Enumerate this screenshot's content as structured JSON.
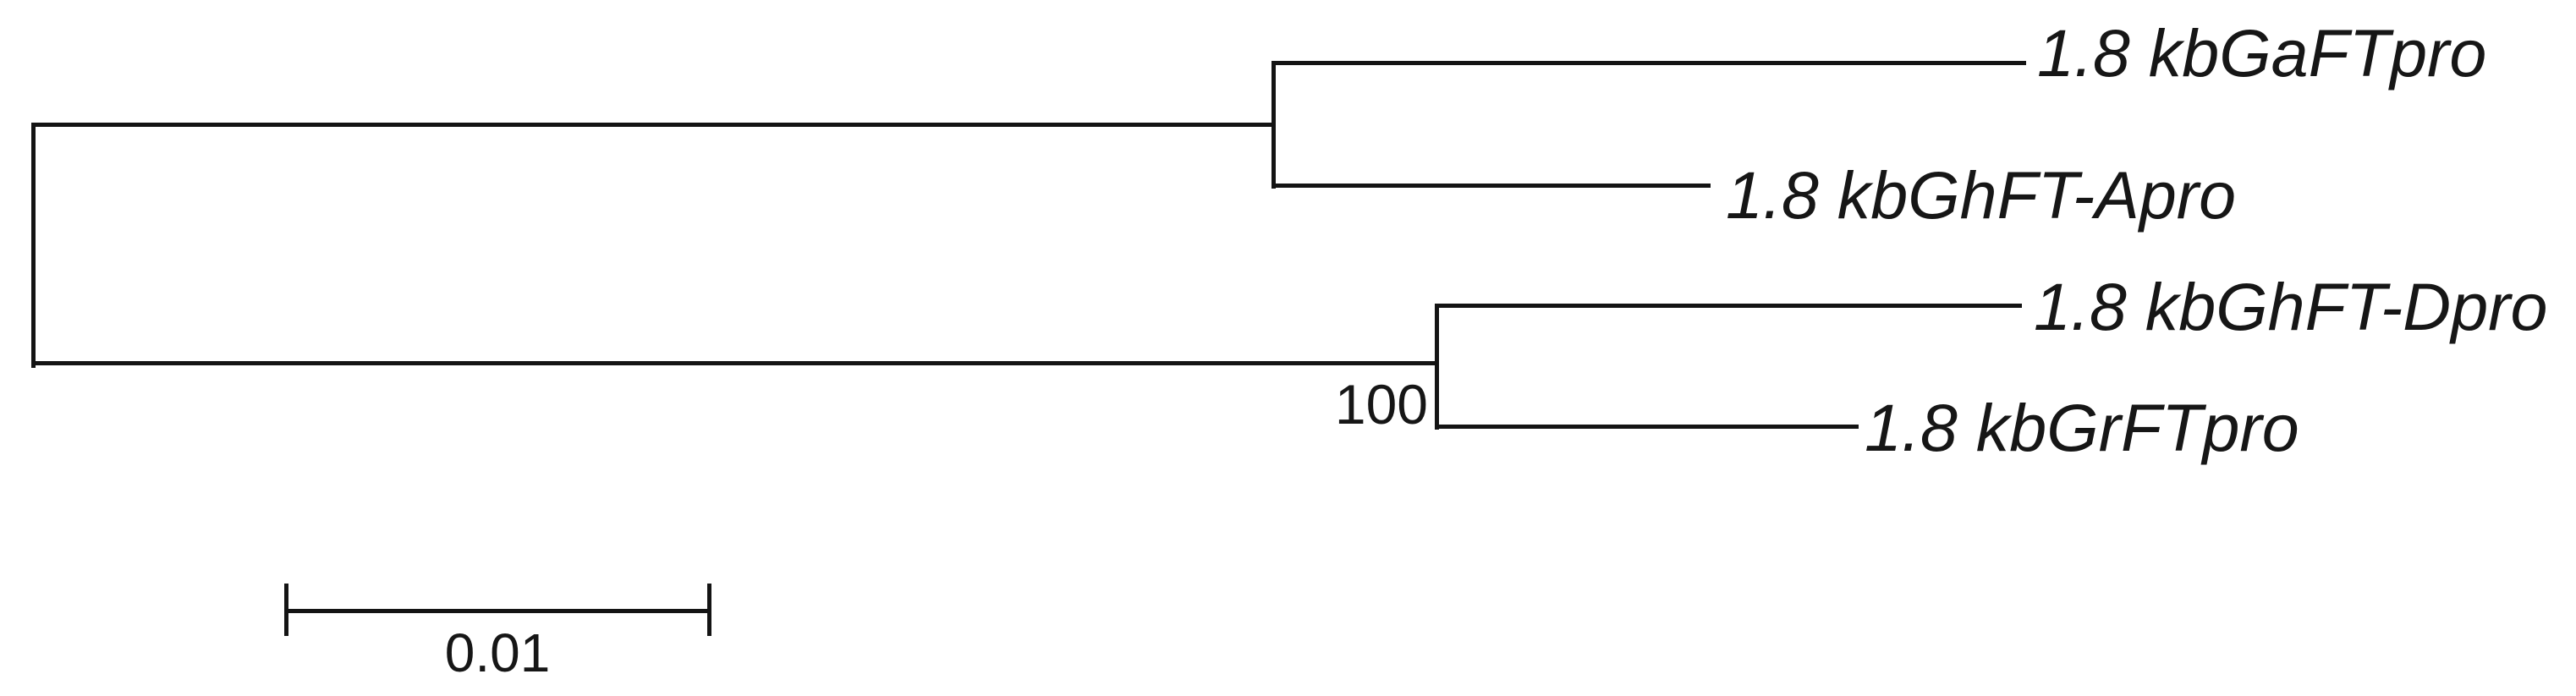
{
  "figure": {
    "type": "phylogenetic-tree",
    "background_color": "#ffffff",
    "line_color": "#141414",
    "text_color": "#161616"
  },
  "tree": {
    "taxa": [
      {
        "label": "1.8 kbGaFTpro",
        "branch_length_est": 0.0177
      },
      {
        "label": "1.8 kbGhFT-Apro",
        "branch_length_est": 0.0103
      },
      {
        "label": "1.8 kbGhFT-Dpro",
        "branch_length_est": 0.0138
      },
      {
        "label": "1.8 kbGrFTpro",
        "branch_length_est": 0.0099
      }
    ],
    "clades": [
      {
        "name": "upper-clade",
        "members": [
          "1.8 kbGaFTpro",
          "1.8 kbGhFT-Apro"
        ],
        "branch_length_from_root_est": 0.0293,
        "bootstrap": null
      },
      {
        "name": "lower-clade",
        "members": [
          "1.8 kbGhFT-Dpro",
          "1.8 kbGrFTpro"
        ],
        "branch_length_from_root_est": 0.0332,
        "bootstrap": 100
      }
    ],
    "bootstrap_label": "100",
    "newick_est": "((1.8 kbGaFTpro:0.0177,1.8 kbGhFT-Apro:0.0103):0.0293,(1.8 kbGhFT-Dpro:0.0138,1.8 kbGrFTpro:0.0099)100:0.0332);"
  },
  "scale_bar": {
    "label": "0.01",
    "distance": 0.01
  }
}
